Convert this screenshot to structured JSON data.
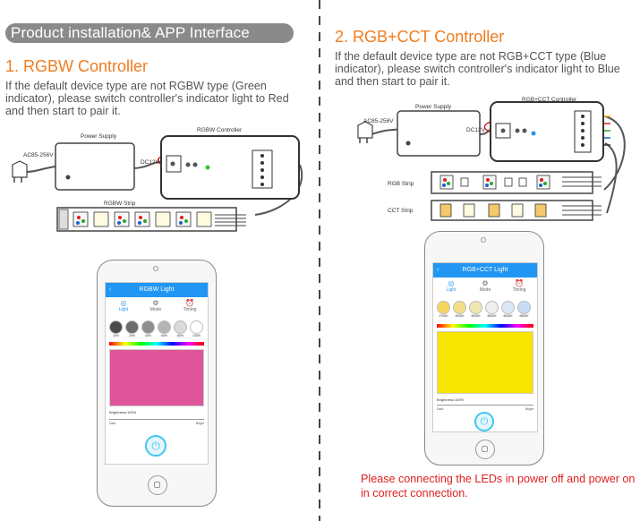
{
  "header": {
    "pill_title": "Product installation& APP Interface"
  },
  "left": {
    "heading": "1. RGBW Controller",
    "paragraph": "If the default device type are not RGBW type (Green indicator), please switch controller's indicator light to Red and then start to pair it.",
    "diagram": {
      "ac_label": "AC85-256V",
      "power_supply_label": "Power Supply",
      "dc_label": "DC12V",
      "controller_label": "RGBW Controller",
      "strip_label": "RGBW Strip"
    },
    "phone": {
      "app_title": "RGBW Light",
      "back_icon": "chevron-left-icon",
      "tabs": [
        {
          "label": "Light"
        },
        {
          "label": "Mode"
        },
        {
          "label": "Timing"
        }
      ],
      "swatch_labels": [
        "10%",
        "20%",
        "40%",
        "60%",
        "80%",
        "100%"
      ],
      "swatch_colors": [
        "#4a4a4a",
        "#6b6b6b",
        "#8f8f8f",
        "#b5b5b5",
        "#dadada",
        "#ffffff"
      ],
      "color_preview": "#e0559a",
      "brightness_label": "Brightness:100%",
      "slider_left": "Dark",
      "slider_right": "Bright"
    }
  },
  "right": {
    "heading": "2. RGB+CCT Controller",
    "paragraph": "If the default device type are not RGB+CCT type (Blue indicator), please switch controller's indicator light to Blue and then start to pair it.",
    "diagram": {
      "power_supply_label": "Power Supply",
      "controller_label": "RGB+CCT Controller",
      "ac_label": "AC85-256V",
      "dc_label": "DC12V",
      "rgb_strip_label": "RGB Strip",
      "cct_strip_label": "CCT Strip"
    },
    "phone": {
      "app_title": "RGB+CCT Light",
      "back_icon": "chevron-left-icon",
      "tabs": [
        {
          "label": "Light"
        },
        {
          "label": "Mode"
        },
        {
          "label": "Timing"
        }
      ],
      "swatch_labels": [
        "2700K",
        "4000K",
        "5000K",
        "5500K",
        "6000K",
        "6500K"
      ],
      "swatch_colors": [
        "#f5d65a",
        "#f2df88",
        "#f2e6b0",
        "#eeeeee",
        "#dbe8f5",
        "#c6ddf5"
      ],
      "color_preview": "#f7e400",
      "brightness_label": "Brightness:100%",
      "slider_left": "Dark",
      "slider_right": "Bright"
    },
    "note": "Please connecting the LEDs in power off and power on in correct connection."
  }
}
